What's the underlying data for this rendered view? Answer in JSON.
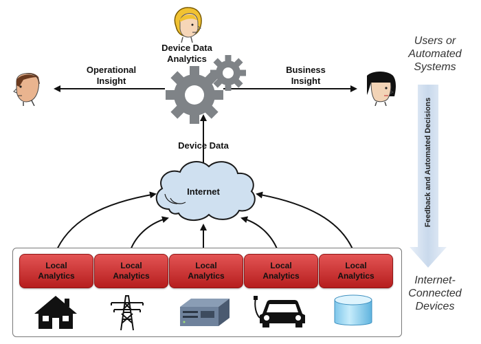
{
  "labels": {
    "device_data_analytics_1": "Device Data",
    "device_data_analytics_2": "Analytics",
    "operational_insight_1": "Operational",
    "operational_insight_2": "Insight",
    "business_insight_1": "Business",
    "business_insight_2": "Insight",
    "device_data": "Device Data",
    "internet": "Internet"
  },
  "side": {
    "users_1": "Users or",
    "users_2": "Automated",
    "users_3": "Systems",
    "devices_1": "Internet-",
    "devices_2": "Connected",
    "devices_3": "Devices",
    "feedback": "Feedback and Automated Decisions"
  },
  "local_analytics": [
    {
      "line1": "Local",
      "line2": "Analytics",
      "device_icon": "house-icon"
    },
    {
      "line1": "Local",
      "line2": "Analytics",
      "device_icon": "power-tower-icon"
    },
    {
      "line1": "Local",
      "line2": "Analytics",
      "device_icon": "server-icon"
    },
    {
      "line1": "Local",
      "line2": "Analytics",
      "device_icon": "electric-car-icon"
    },
    {
      "line1": "Local",
      "line2": "Analytics",
      "device_icon": "storage-cylinder-icon"
    }
  ],
  "colors": {
    "local_analytics": "#c92a2a",
    "cloud": "#cfe0f0",
    "gear": "#7f8387",
    "feedback_arrow": "#d6e2f0"
  }
}
